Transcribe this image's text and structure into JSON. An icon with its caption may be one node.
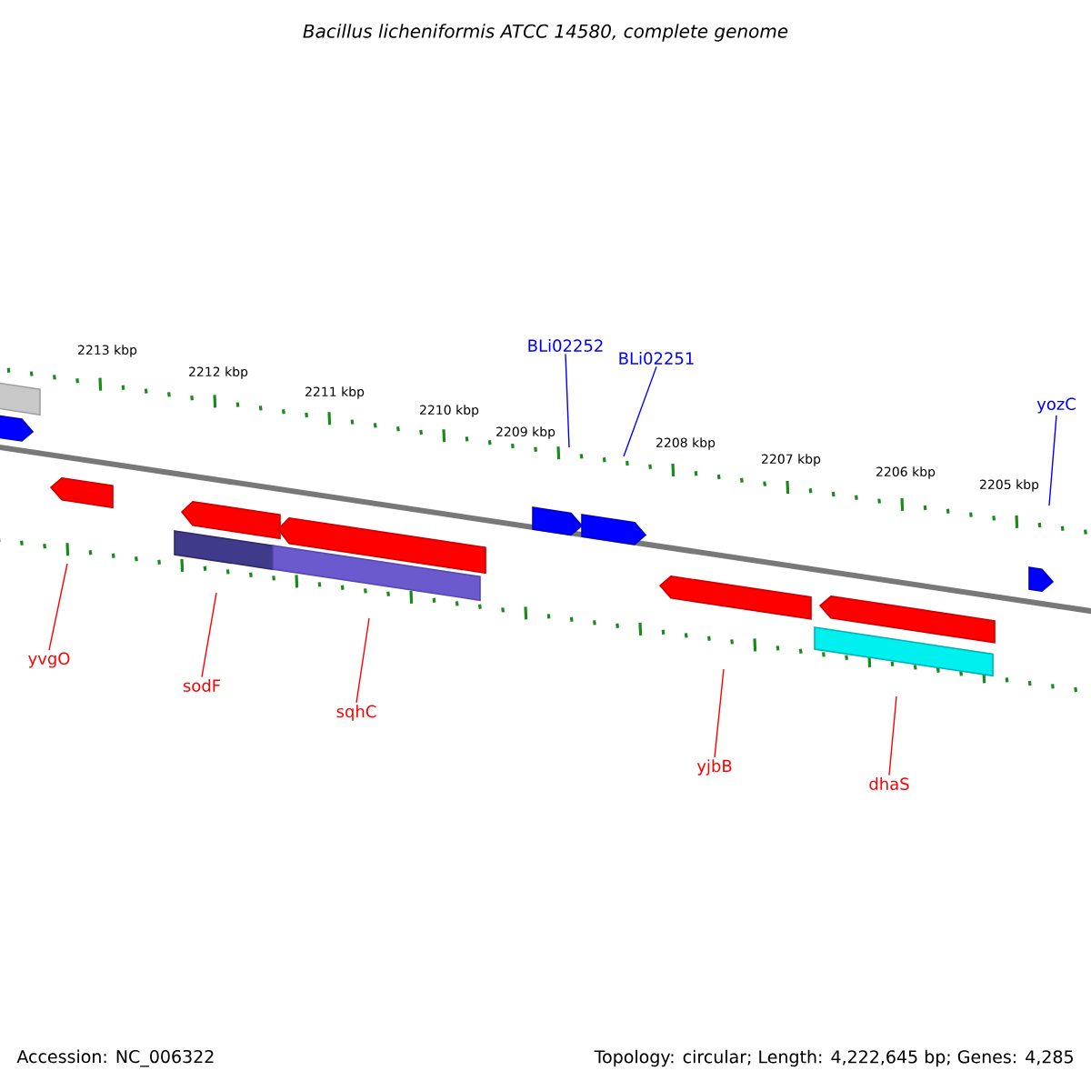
{
  "diagram": {
    "title": "Bacillus licheniformis ATCC 14580, complete genome",
    "nodes": [
      {
        "text": [
          "BLi02252"
        ]
      },
      {
        "text": [
          "BLi02251"
        ]
      },
      {
        "text": [
          "yozC"
        ]
      },
      {
        "text": [
          "yvgO"
        ]
      },
      {
        "text": [
          "sodF"
        ]
      },
      {
        "text": [
          "sqhC"
        ]
      },
      {
        "text": [
          "yjbB"
        ]
      },
      {
        "text": [
          "dhaS"
        ]
      }
    ],
    "edges": [
      {
        "from": 0,
        "to": null,
        "arrow": "none",
        "color": "#0000ff"
      },
      {
        "from": 1,
        "to": null,
        "arrow": "none",
        "color": "#0000ff"
      },
      {
        "from": 2,
        "to": null,
        "arrow": "none",
        "color": "#0000ff"
      },
      {
        "from": 3,
        "to": null,
        "arrow": "none"
      },
      {
        "from": 4,
        "to": null,
        "arrow": "none"
      },
      {
        "from": 5,
        "to": null,
        "arrow": "none"
      },
      {
        "from": 6,
        "to": null,
        "arrow": "none"
      },
      {
        "from": 7,
        "to": null,
        "arrow": "none"
      }
    ],
    "labels": [
      "2213 kbp",
      "2212 kbp",
      "2211 kbp",
      "2210 kbp",
      "2209 kbp",
      "2208 kbp",
      "2207 kbp",
      "2206 kbp",
      "2205 kbp",
      "Accession: NC_006322",
      "Topology: circular; Length: 4,222,645 bp; Genes: 4,285"
    ]
  }
}
